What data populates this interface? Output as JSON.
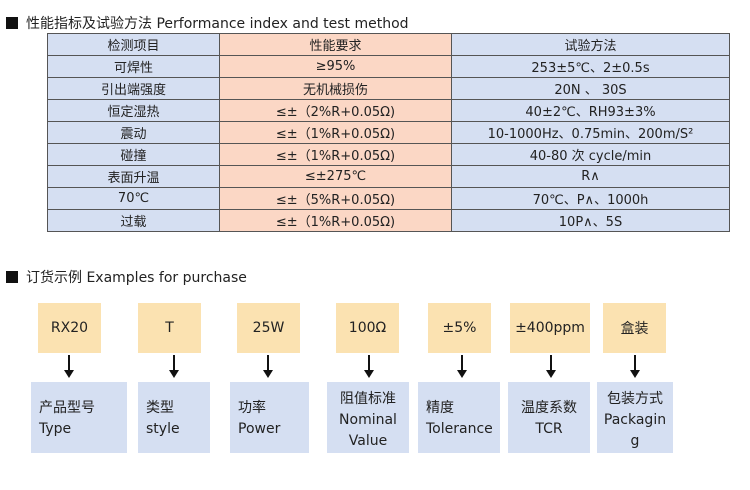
{
  "section1": {
    "title": "性能指标及试验方法 Performance index and test method"
  },
  "table": {
    "headers": [
      "检测项目",
      "性能要求",
      "试验方法"
    ],
    "rows": [
      [
        "可焊性",
        "≥95%",
        "253±5℃、2±0.5s"
      ],
      [
        "引出端强度",
        "无机械损伤",
        "20N 、 30S"
      ],
      [
        "恒定湿热",
        "≤±（2%R+0.05Ω)",
        "40±2℃、RH93±3%"
      ],
      [
        "震动",
        "≤±（1%R+0.05Ω)",
        "10-1000Hz、0.75min、200m/S²"
      ],
      [
        "碰撞",
        "≤±（1%R+0.05Ω)",
        "40-80 次 cycle/min"
      ],
      [
        "表面升温",
        "≤±275℃",
        "R∧"
      ],
      [
        "70℃",
        "≤±（5%R+0.05Ω)",
        "70℃、P∧、1000h"
      ],
      [
        "过载",
        "≤±（1%R+0.05Ω)",
        "10P∧、5S"
      ]
    ]
  },
  "section2": {
    "title": "订货示例  Examples for purchase"
  },
  "order": [
    {
      "code": "RX20",
      "label_cn": "产品型号",
      "label_en": [
        "Type"
      ]
    },
    {
      "code": "T",
      "label_cn": "类型",
      "label_en": [
        "style"
      ]
    },
    {
      "code": "25W",
      "label_cn": "功率",
      "label_en": [
        "Power"
      ]
    },
    {
      "code": "100Ω",
      "label_cn": "阻值标准",
      "label_en": [
        "Nominal",
        "Value"
      ]
    },
    {
      "code": "±5%",
      "label_cn": "精度",
      "label_en": [
        "Tolerance"
      ]
    },
    {
      "code": "±400ppm",
      "label_cn": "温度系数",
      "label_en": [
        "TCR"
      ]
    },
    {
      "code": "盒装",
      "label_cn": "包装方式",
      "label_en": [
        "Packagin",
        "g"
      ]
    }
  ]
}
